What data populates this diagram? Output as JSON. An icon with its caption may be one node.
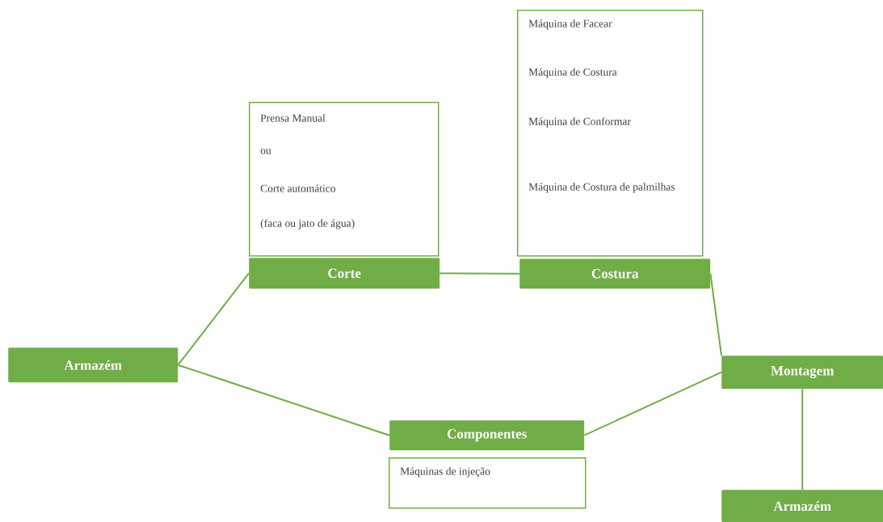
{
  "diagram": {
    "nodes": [
      {
        "text": [
          "Armazém"
        ]
      },
      {
        "text": [
          "Corte"
        ]
      },
      {
        "text": [
          "Prensa Manual",
          "ou",
          "Corte automático",
          "(faca ou jato de água)"
        ]
      },
      {
        "text": [
          "Costura"
        ]
      },
      {
        "text": [
          "Máquina de Facear",
          "Máquina de Costura",
          "Máquina de Conformar",
          "Máquina de Costura de palmilhas"
        ]
      },
      {
        "text": [
          "Montagem"
        ]
      },
      {
        "text": [
          "Componentes"
        ]
      },
      {
        "text": [
          "Máquinas de injeção"
        ]
      },
      {
        "text": [
          "Armazém"
        ]
      }
    ],
    "edges": [
      {
        "from": 0,
        "to": 1,
        "arrow": "none"
      },
      {
        "from": 1,
        "to": 3,
        "arrow": "none"
      },
      {
        "from": 3,
        "to": 5,
        "arrow": "none"
      },
      {
        "from": 0,
        "to": 6,
        "arrow": "none"
      },
      {
        "from": 6,
        "to": 5,
        "arrow": "none"
      },
      {
        "from": 5,
        "to": 8,
        "arrow": "none"
      }
    ]
  }
}
